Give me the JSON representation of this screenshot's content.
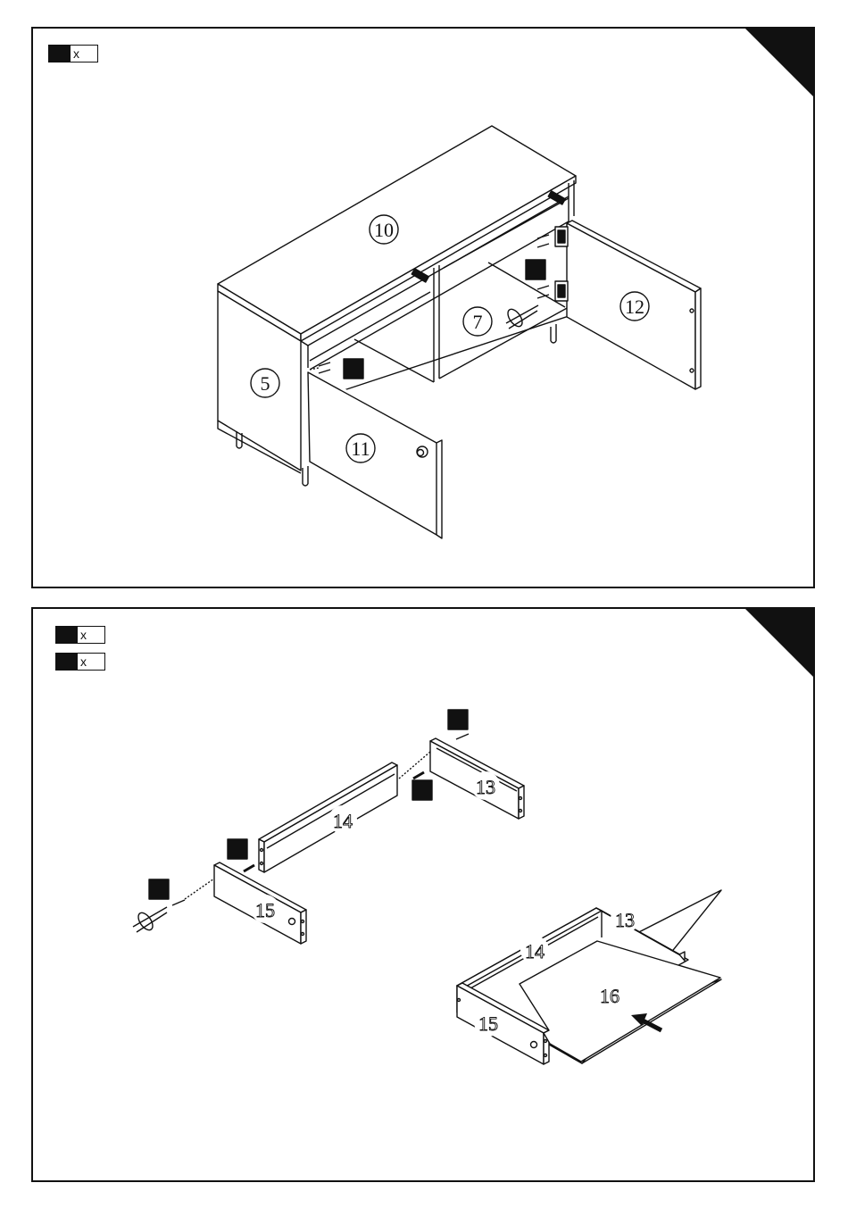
{
  "step1": {
    "qty": {
      "x_label": "x"
    },
    "parts": {
      "top": "10",
      "side": "5",
      "shelf": "7",
      "left_door": "11",
      "right_door": "12"
    }
  },
  "step2": {
    "qty": [
      {
        "x_label": "x"
      },
      {
        "x_label": "x"
      }
    ],
    "parts": {
      "back": "13",
      "front_rail": "14",
      "front": "15",
      "assembled_back": "13",
      "assembled_side": "14",
      "assembled_front": "15",
      "bottom": "16"
    }
  },
  "colors": {
    "ink": "#111111",
    "paper": "#ffffff"
  },
  "icons": [
    "screwdriver-icon",
    "screw-icon",
    "hinge-icon",
    "push-arrow-icon"
  ]
}
